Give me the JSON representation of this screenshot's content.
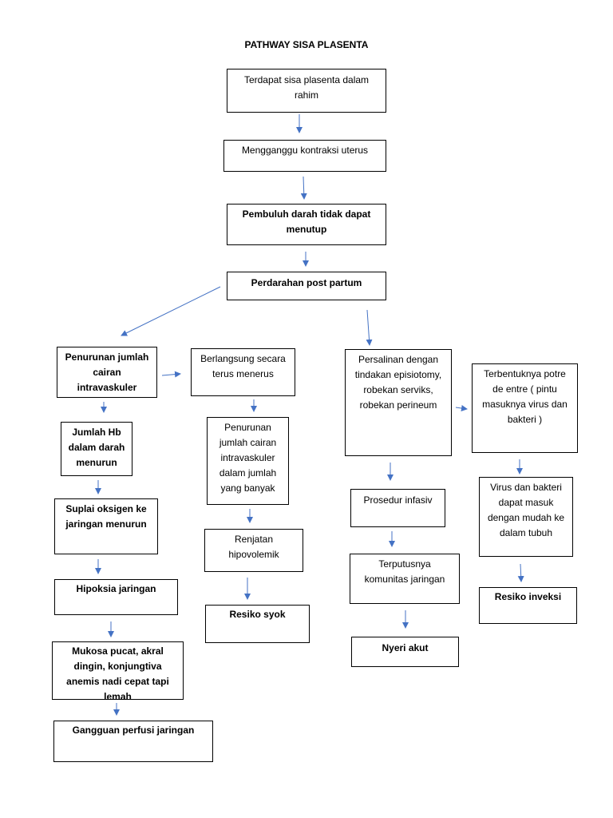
{
  "title": "PATHWAY SISA PLASENTA",
  "accent_color": "#4472c4",
  "nodes": {
    "n1": "Terdapat sisa plasenta dalam rahim",
    "n2": "Mengganggu kontraksi uterus",
    "n3": "Pembuluh darah tidak dapat menutup",
    "n4": "Perdarahan post partum",
    "l1": "Penurunan jumlah cairan intravaskuler",
    "l2": "Jumlah Hb dalam darah menurun",
    "l3": "Suplai oksigen ke jaringan menurun",
    "l4": "Hipoksia jaringan",
    "l5": "Mukosa pucat, akral dingin, konjungtiva anemis nadi cepat tapi lemah",
    "l6": "Gangguan perfusi jaringan",
    "m1": "Berlangsung secara terus menerus",
    "m2": "Penurunan jumlah cairan intravaskuler dalam jumlah yang banyak",
    "m3": "Renjatan hipovolemik",
    "m4": "Resiko syok",
    "r1": "Persalinan dengan tindakan episiotomy, robekan serviks, robekan perineum",
    "r2": "Prosedur infasiv",
    "r3": "Terputusnya komunitas jaringan",
    "r4": "Nyeri akut",
    "s1": "Terbentuknya potre de entre ( pintu masuknya virus dan bakteri )",
    "s2": "Virus dan bakteri dapat masuk dengan mudah ke dalam tubuh",
    "s3": "Resiko inveksi"
  }
}
